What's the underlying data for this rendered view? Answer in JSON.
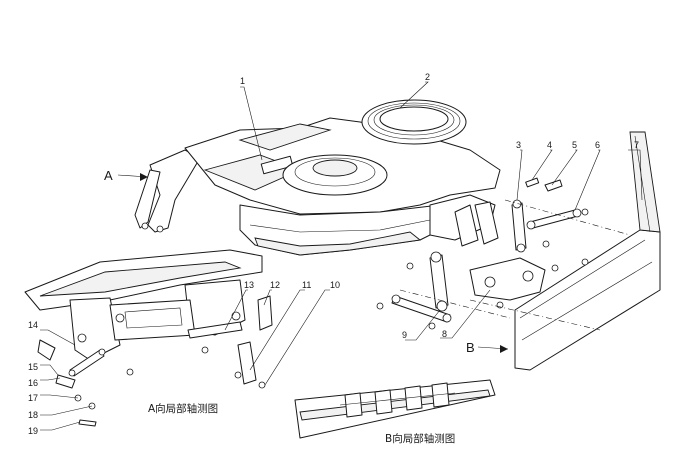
{
  "callouts": {
    "p1": "1",
    "p2": "2",
    "p3": "3",
    "p4": "4",
    "p5": "5",
    "p6": "6",
    "p7": "7",
    "p8": "8",
    "p9": "9",
    "p10": "10",
    "p11": "11",
    "p12": "12",
    "p13": "13",
    "p14": "14",
    "p15": "15",
    "p16": "16",
    "p17": "17",
    "p18": "18",
    "p19": "19"
  },
  "view_markers": {
    "a": "A",
    "b": "B"
  },
  "captions": {
    "view_a": "A向局部轴测图",
    "view_b": "B向局部轴测图"
  }
}
